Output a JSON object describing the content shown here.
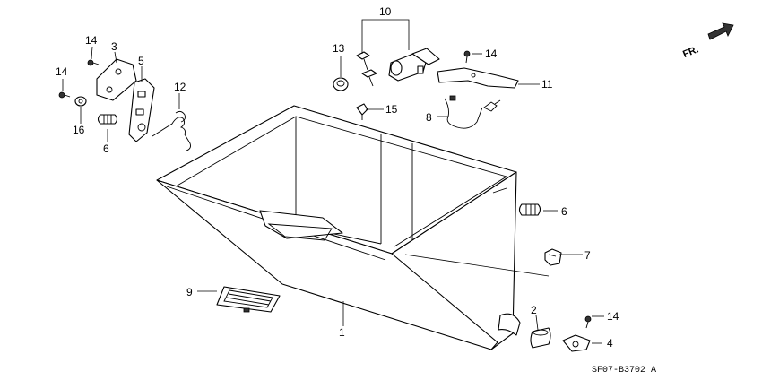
{
  "diagram": {
    "callouts": [
      "1",
      "2",
      "3",
      "4",
      "5",
      "6",
      "6",
      "7",
      "8",
      "9",
      "10",
      "11",
      "12",
      "13",
      "14",
      "14",
      "14",
      "14",
      "15",
      "16"
    ],
    "direction_label": "FR.",
    "drawing_code": "SF07-B3702 A"
  }
}
